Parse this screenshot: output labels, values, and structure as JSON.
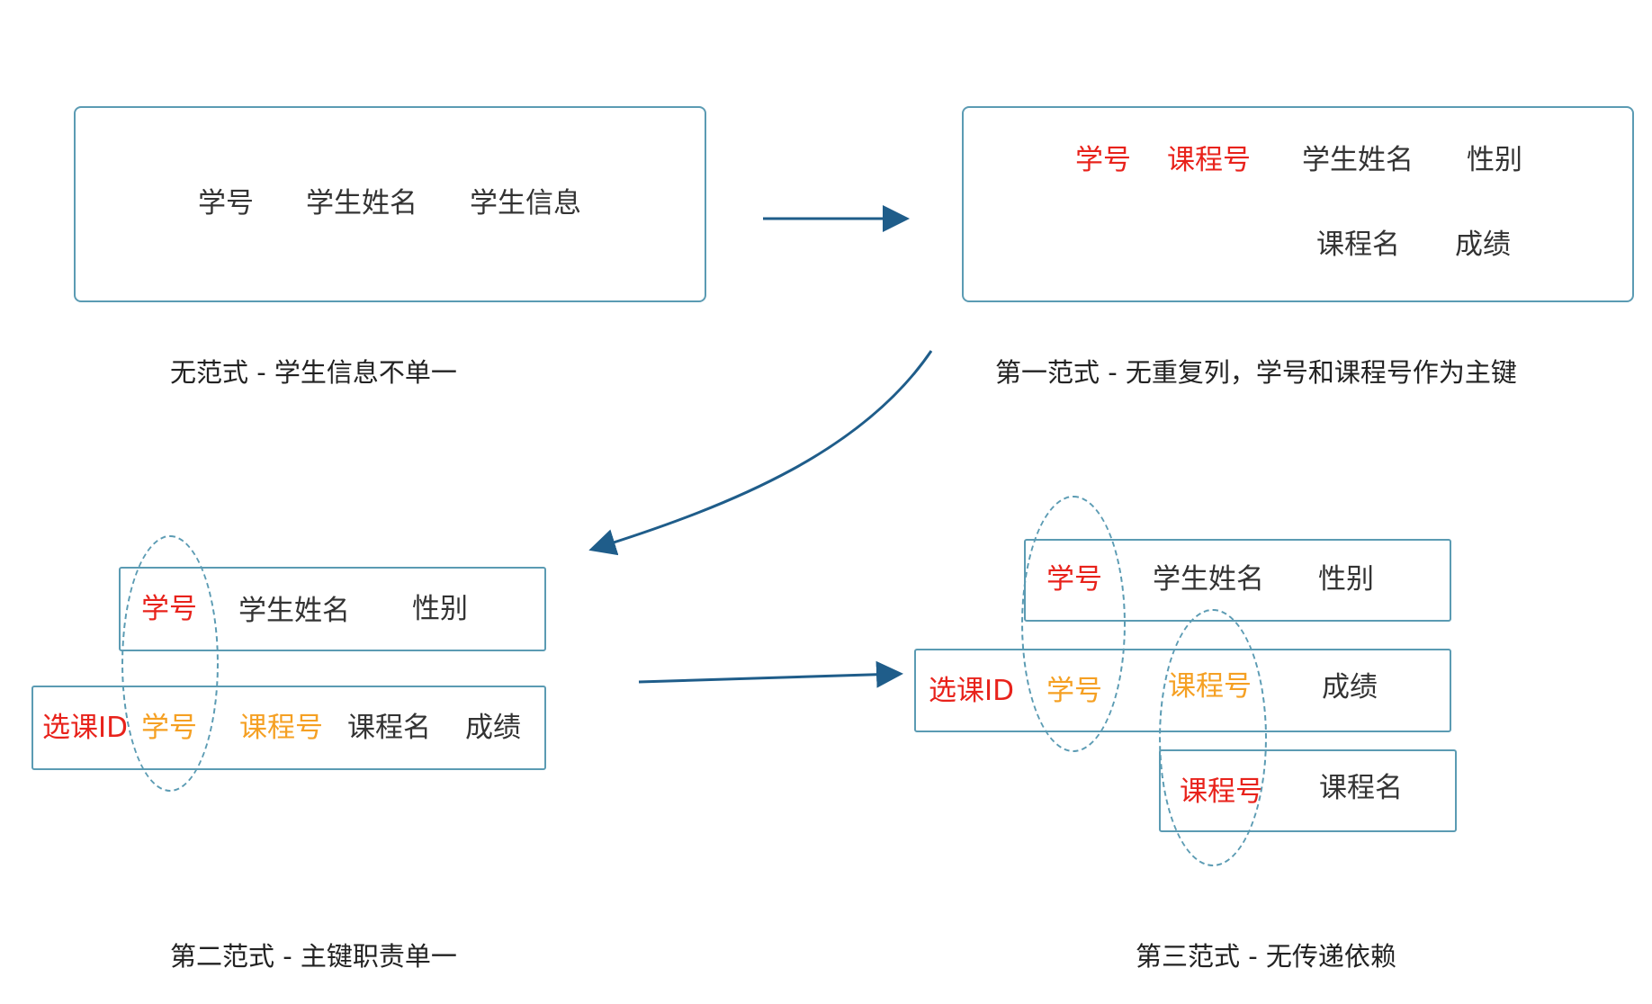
{
  "stage0": {
    "fields": [
      "学号",
      "学生姓名",
      "学生信息"
    ],
    "caption": "无范式 - 学生信息不单一"
  },
  "stage1": {
    "row1": [
      "学号",
      "课程号",
      "学生姓名",
      "性别"
    ],
    "row2": [
      "课程名",
      "成绩"
    ],
    "caption": "第一范式  - 无重复列，学号和课程号作为主键"
  },
  "stage2": {
    "student_table": [
      "学号",
      "学生姓名",
      "性别"
    ],
    "enroll_table": [
      "选课ID",
      "学号",
      "课程号",
      "课程名",
      "成绩"
    ],
    "caption": "第二范式 - 主键职责单一"
  },
  "stage3": {
    "student_table": [
      "学号",
      "学生姓名",
      "性别"
    ],
    "enroll_table": [
      "选课ID",
      "学号",
      "课程号",
      "成绩"
    ],
    "course_table": [
      "课程号",
      "课程名"
    ],
    "caption": "第三范式 - 无传递依赖"
  },
  "colors": {
    "primary_key": "#e8221b",
    "foreign_key": "#f5a023",
    "text": "#333333",
    "border": "#5b9bb3",
    "arrow": "#1f5d8a"
  }
}
